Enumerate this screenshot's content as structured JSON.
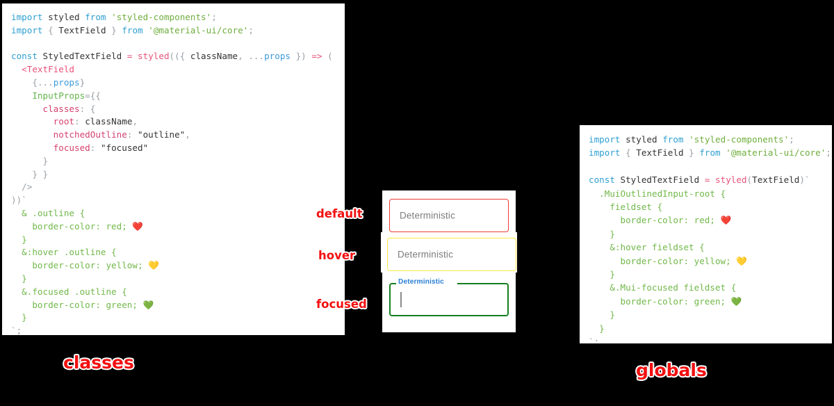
{
  "background_color": "#000000",
  "panels": {
    "classes": {
      "caption": "classes",
      "caption_color": "#f31010",
      "code_lines": [
        "import styled from 'styled-components';",
        "import { TextField } from '@material-ui/core';",
        "",
        "const StyledTextField = styled(({ className, ...props }) => (",
        "  <TextField",
        "    {...props}",
        "    InputProps={{",
        "      classes: {",
        "        root: className,",
        "        notchedOutline: \"outline\",",
        "        focused: \"focused\"",
        "      }",
        "    } }",
        "  />",
        "))`",
        "  & .outline {",
        "    border-color: red; ❤️",
        "  }",
        "  &:hover .outline {",
        "    border-color: yellow; 💛",
        "  }",
        "  &.focused .outline {",
        "    border-color: green; 💚",
        "  }",
        "`;"
      ]
    },
    "globals": {
      "caption": "globals",
      "caption_color": "#f31010",
      "code_lines": [
        "import styled from 'styled-components';",
        "import { TextField } from '@material-ui/core';",
        "",
        "const StyledTextField = styled(TextField)`",
        "  .MuiOutlinedInput-root {",
        "    fieldset {",
        "      border-color: red; ❤️",
        "    }",
        "    &:hover fieldset {",
        "      border-color: yellow; 💛",
        "    }",
        "    &.Mui-focused fieldset {",
        "      border-color: green; 💚",
        "    }",
        "  }",
        "`;"
      ]
    }
  },
  "demo": {
    "state_labels": {
      "default": "default",
      "hover": "hover",
      "focused": "focused"
    },
    "fields": [
      {
        "state": "default",
        "placeholder": "Deterministic",
        "value": "Deterministic",
        "border_color": "#ef3b35"
      },
      {
        "state": "hover",
        "placeholder": "Deterministic",
        "value": "Deterministic",
        "border_color": "#fbe74a"
      },
      {
        "state": "focused",
        "label": "Deterministic",
        "value": "",
        "border_color": "#157f1e",
        "label_color": "#2b7fd4"
      }
    ]
  },
  "syntax_colors": {
    "keyword": "#2f9fd0",
    "string": "#6fae3e",
    "identifier": "#333333",
    "punctuation": "#9aa0a6",
    "function": "#e8537a",
    "property": "#3b9ad9",
    "attribute": "#63b54a",
    "object_key": "#d6416f",
    "css": "#71b84a"
  }
}
